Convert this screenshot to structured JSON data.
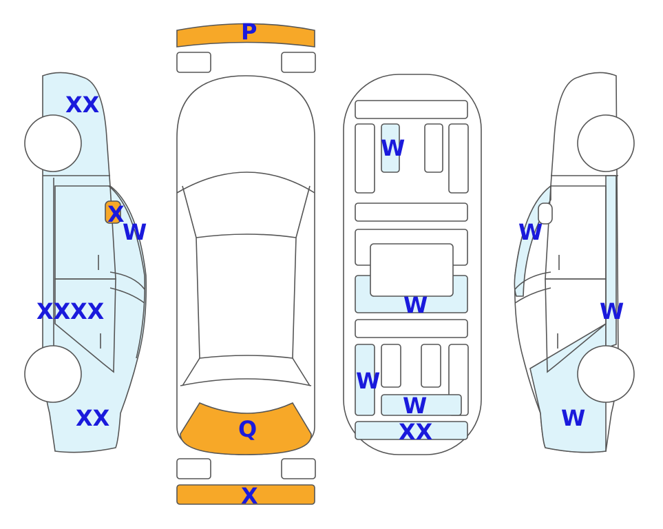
{
  "colors": {
    "outline": "#555555",
    "damage_light_blue": "#ddf3fa",
    "damage_orange": "#f7a828",
    "label_text": "#1a1adc",
    "background": "#ffffff"
  },
  "views": [
    "left-side",
    "top",
    "underside",
    "right-side"
  ],
  "marks": {
    "left_upper_fender": "XX",
    "left_mirror": "X",
    "left_front_door": "W",
    "left_rear_door_a": "XX",
    "left_rear_door_b": "XX",
    "left_rear_quarter": "XX",
    "front_bumper": "P",
    "rear_deck": "Q",
    "rear_bumper": "X",
    "under_front": "W",
    "under_middle": "W",
    "under_rear_left": "W",
    "under_rear_center": "W",
    "under_rear_bar": "XX",
    "right_front_door": "W",
    "right_rear_pillar": "W",
    "right_rear_quarter": "W"
  }
}
